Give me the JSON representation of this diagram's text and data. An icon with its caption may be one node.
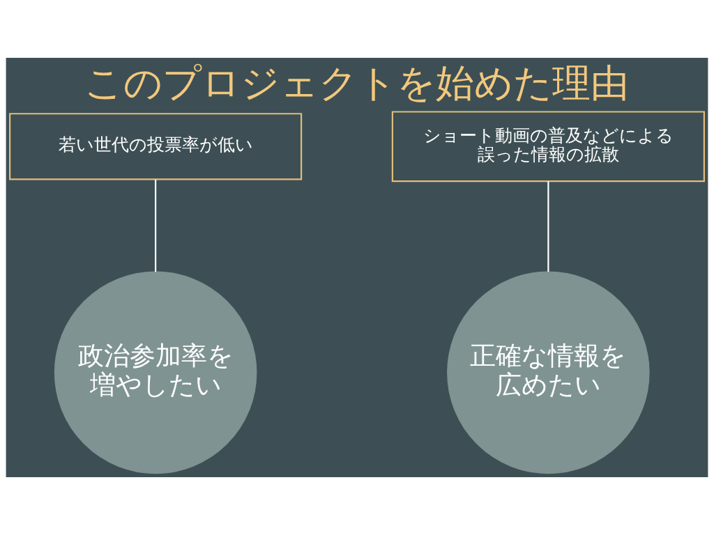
{
  "diagram": {
    "title": "このプロジェクトを始めた理由",
    "nodes": [
      {
        "text": [
          "若い世代の投票率が低い"
        ]
      },
      {
        "text": [
          "ショート動画の普及などによる誤った情報の拡散"
        ]
      },
      {
        "text": [
          "政治参加率を増やしたい"
        ]
      },
      {
        "text": [
          "正確な情報を広めたい"
        ]
      }
    ],
    "edges": [
      {
        "from": 0,
        "to": 2,
        "arrow": "none"
      },
      {
        "from": 1,
        "to": 3,
        "arrow": "none"
      }
    ]
  }
}
